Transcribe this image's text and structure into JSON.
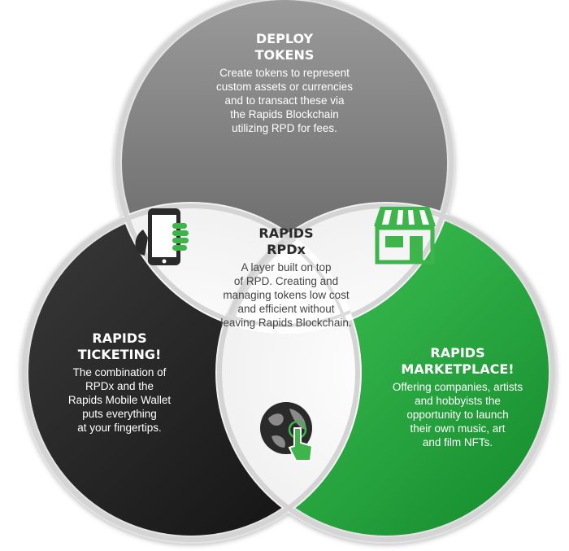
{
  "circles": {
    "top": {
      "title_line1": "DEPLOY",
      "title_line2": "TOKENS",
      "text": [
        "Create tokens to represent",
        "custom assets or currencies",
        "and to transact these via",
        "the Rapids Blockchain",
        "utilizing RPD for fees."
      ],
      "color": "#7a7a7a"
    },
    "left": {
      "title_line1": "RAPIDS",
      "title_line2": "TICKETING!",
      "text": [
        "The combination of",
        "RPDx and the",
        "Rapids Mobile Wallet",
        "puts everything",
        "at your fingertips."
      ],
      "color": "#222222"
    },
    "right": {
      "title_line1": "RAPIDS",
      "title_line2": "MARKETPLACE!",
      "text": [
        "Offering companies, artists",
        "and hobbyists the",
        "opportunity to launch",
        "their own music, art",
        "and film NFTs."
      ],
      "color": "#1fa83c"
    },
    "center": {
      "title_line1": "RAPIDS",
      "title_line2": "RPDx",
      "text": [
        "A layer built on top",
        "of RPD.  Creating and",
        "managing tokens low cost",
        "and efficient without",
        "leaving Rapids Blockchain."
      ]
    }
  },
  "colors": {
    "accent_green": "#3db54a",
    "ring": "#d9d9d9",
    "lens": "#ffffff"
  },
  "icons": {
    "top_left_lens": "mobile-phone-icon",
    "top_right_lens": "storefront-icon",
    "bottom_lens": "globe-touch-icon"
  }
}
